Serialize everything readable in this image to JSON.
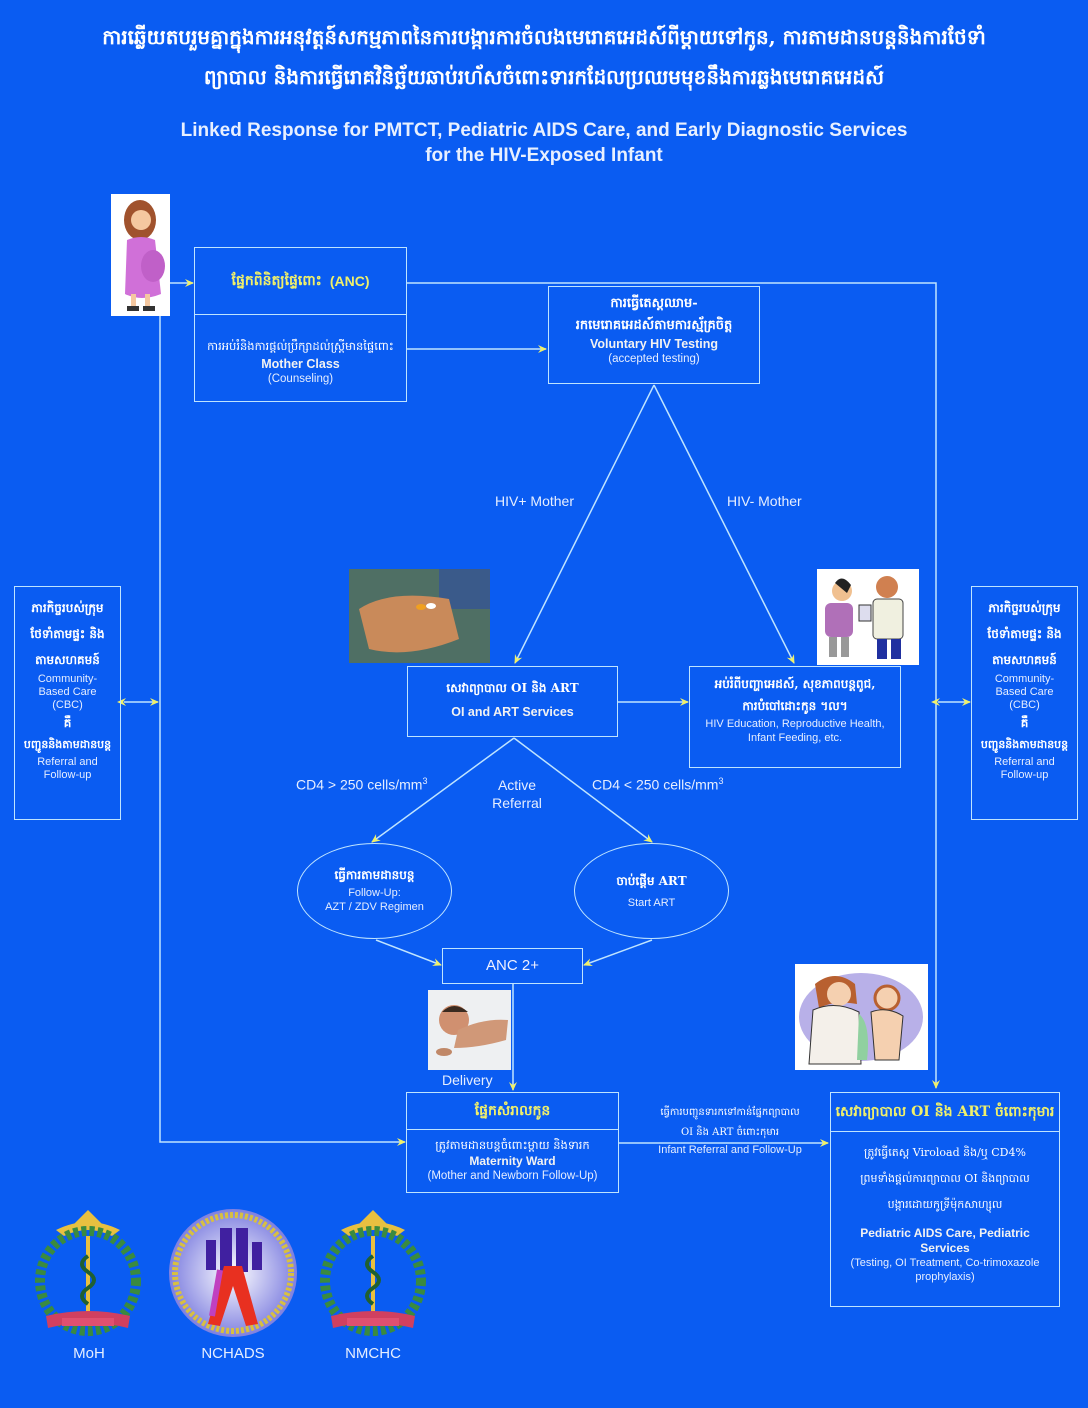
{
  "header": {
    "khmer_line1": "ការឆ្លើយតបរួមគ្នាក្នុងការអនុវត្តន៍សកម្មភាពនៃការបង្ការការចំលងមេរោគអេដស៍ពីម្តាយទៅកូន, ការតាមដានបន្តនិងការថែទាំ",
    "khmer_line2": "ព្យាបាល និងការធ្វើរោគវិនិច្ឆ័យឆាប់រហ័សចំពោះទារកដែលប្រឈមមុខនឹងការឆ្លងមេរោគអេដស៍",
    "title_line1": "Linked Response for PMTCT, Pediatric AIDS Care, and Early Diagnostic Services",
    "title_line2": "for the HIV-Exposed Infant"
  },
  "colors": {
    "background": "#0a5cf2",
    "line": "#bfe4ff",
    "arrow": "#f0f06a",
    "highlight_text": "#f0f06a"
  },
  "nodes": {
    "anc": {
      "title_kh": "ផ្នែកពិនិត្យផ្ទៃពោះ",
      "title_en": "(ANC)",
      "sub_kh": "ការអប់រំនិងការផ្តល់ប្រឹក្សាដល់ស្ត្រីមានផ្ទៃពោះ",
      "sub_en_bold": "Mother Class",
      "sub_en": "(Counseling)"
    },
    "vct": {
      "kh1": "ការធ្វើតេស្តឈាម-",
      "kh2": "រកមេរោគអេដស៍តាមការស្ម័គ្រចិត្ត",
      "en_bold": "Voluntary HIV Testing",
      "en": "(accepted testing)"
    },
    "oi_art": {
      "kh": "សេវាព្យាបាល OI និង ART",
      "en_bold": "OI and ART Services"
    },
    "education": {
      "kh1": "អប់រំពីបញ្ហាអេដស៍, សុខភាពបន្តពូជ,",
      "kh2": "ការបំបៅដោះកូន ។ល។",
      "en": "HIV Education, Reproductive Health, Infant Feeding, etc."
    },
    "followup": {
      "kh": "ធ្វើការតាមដានបន្ត",
      "en1": "Follow-Up:",
      "en2": "AZT / ZDV Regimen"
    },
    "start_art": {
      "kh": "ចាប់ផ្តើម ART",
      "en": "Start ART"
    },
    "anc2": {
      "label": "ANC 2+"
    },
    "maternity": {
      "title_kh": "ផ្នែកសំរាលកូន",
      "sub_kh": "ត្រូវតាមដានបន្តចំពោះម្តាយ និងទារក",
      "en_bold": "Maternity Ward",
      "en": "(Mother and Newborn Follow-Up)"
    },
    "pediatric": {
      "title_kh": "សេវាព្យាបាល OI និង ART ចំពោះកុមារ",
      "kh1": "ត្រូវធ្វើតេស្ត Viroload និង/ឬ CD4%",
      "kh2": "ព្រមទាំងផ្តល់ការព្យាបាល OI និងព្យាបាល",
      "kh3": "បង្ការដោយកូទ្រីម៉ុកសាហ្សុល",
      "en_bold": "Pediatric AIDS Care, Pediatric Services",
      "en": "(Testing, OI Treatment, Co-trimoxazole prophylaxis)"
    },
    "cbc_left": {
      "kh1": "ភារកិច្ចរបស់ក្រុម",
      "kh2": "ថែទាំតាមផ្ទះ និង",
      "kh3": "តាមសហគមន៍",
      "en1": "Community-",
      "en2": "Based Care",
      "en3": "(CBC)",
      "kh4": "គឺ",
      "kh5": "បញ្ជូននិងតាមដានបន្ត",
      "en4": "Referral and",
      "en5": "Follow-up"
    },
    "cbc_right": {
      "kh1": "ភារកិច្ចរបស់ក្រុម",
      "kh2": "ថែទាំតាមផ្ទះ និង",
      "kh3": "តាមសហគមន៍",
      "en1": "Community-",
      "en2": "Based Care",
      "en3": "(CBC)",
      "kh4": "គឺ",
      "kh5": "បញ្ជូននិងតាមដានបន្ត",
      "en4": "Referral and",
      "en5": "Follow-up"
    }
  },
  "edge_labels": {
    "hiv_pos": "HIV+ Mother",
    "hiv_neg": "HIV- Mother",
    "cd4_gt": "CD4 > 250 cells/mm",
    "cd4_lt": "CD4 < 250 cells/mm",
    "superscript": "3",
    "active1": "Active",
    "active2": "Referral",
    "delivery": "Delivery",
    "infant_ref_kh1": "ធ្វើការបញ្ជូនទារកទៅកាន់ផ្នែកព្យាបាល",
    "infant_ref_kh2": "OI និង ART ចំពោះកុមារ",
    "infant_ref_en": "Infant Referral and Follow-Up"
  },
  "images": {
    "pregnant_woman": "pregnant-woman-illustration",
    "pills_hand": "hand-with-pills-photo",
    "doctor_patient": "doctor-patient-illustration",
    "baby": "baby-photo",
    "doctor_child": "doctor-child-illustration"
  },
  "logos": [
    {
      "label": "MoH",
      "icon": "moh-emblem"
    },
    {
      "label": "NCHADS",
      "icon": "nchads-emblem"
    },
    {
      "label": "NMCHC",
      "icon": "nmchc-emblem"
    }
  ]
}
